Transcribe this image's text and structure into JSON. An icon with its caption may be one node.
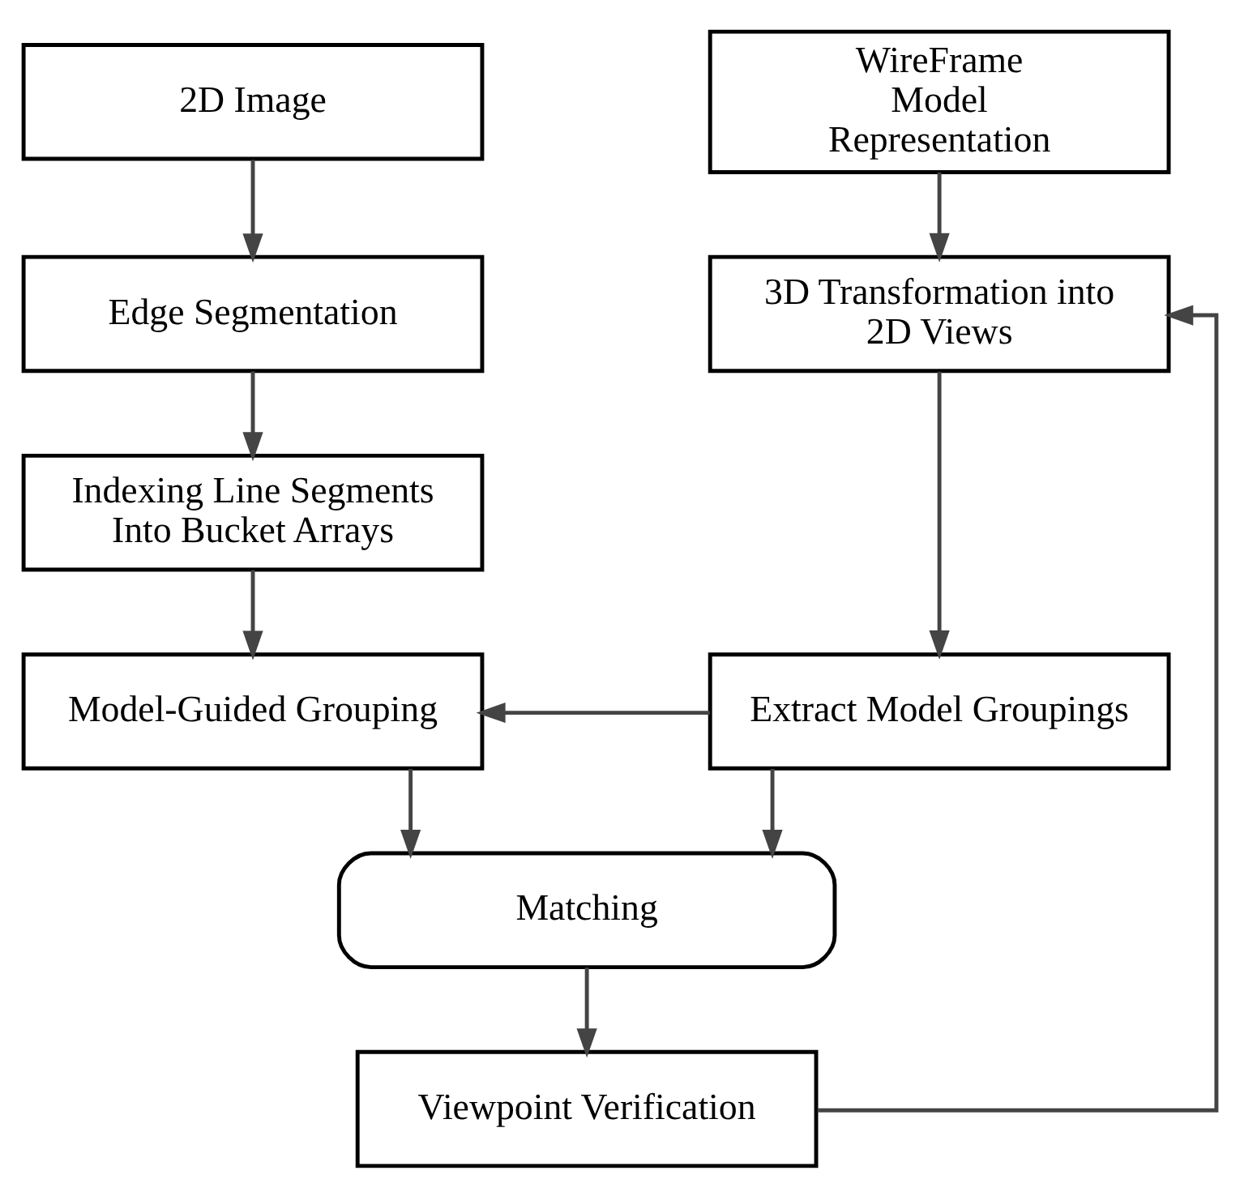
{
  "diagram": {
    "nodes": [
      {
        "text": [
          "2D Image"
        ]
      },
      {
        "text": [
          "WireFrame Model Representation"
        ]
      },
      {
        "text": [
          "Edge Segmentation"
        ]
      },
      {
        "text": [
          "3D Transformation into 2D Views"
        ]
      },
      {
        "text": [
          "Indexing Line Segments Into Bucket Arrays"
        ]
      },
      {
        "text": [
          "Model-Guided Grouping"
        ]
      },
      {
        "text": [
          "Extract Model Groupings"
        ]
      },
      {
        "text": [
          "Matching"
        ]
      },
      {
        "text": [
          "Viewpoint Verification"
        ]
      }
    ],
    "edges": [
      {
        "from": 0,
        "to": 2,
        "arrow": "to"
      },
      {
        "from": 2,
        "to": 4,
        "arrow": "to"
      },
      {
        "from": 4,
        "to": 5,
        "arrow": "to"
      },
      {
        "from": 1,
        "to": 3,
        "arrow": "to"
      },
      {
        "from": 3,
        "to": 6,
        "arrow": "to"
      },
      {
        "from": 6,
        "to": 5,
        "arrow": "to"
      },
      {
        "from": 5,
        "to": 7,
        "arrow": "to"
      },
      {
        "from": 6,
        "to": 7,
        "arrow": "to"
      },
      {
        "from": 7,
        "to": 8,
        "arrow": "to"
      },
      {
        "from": 8,
        "to": 3,
        "arrow": "to"
      }
    ]
  }
}
